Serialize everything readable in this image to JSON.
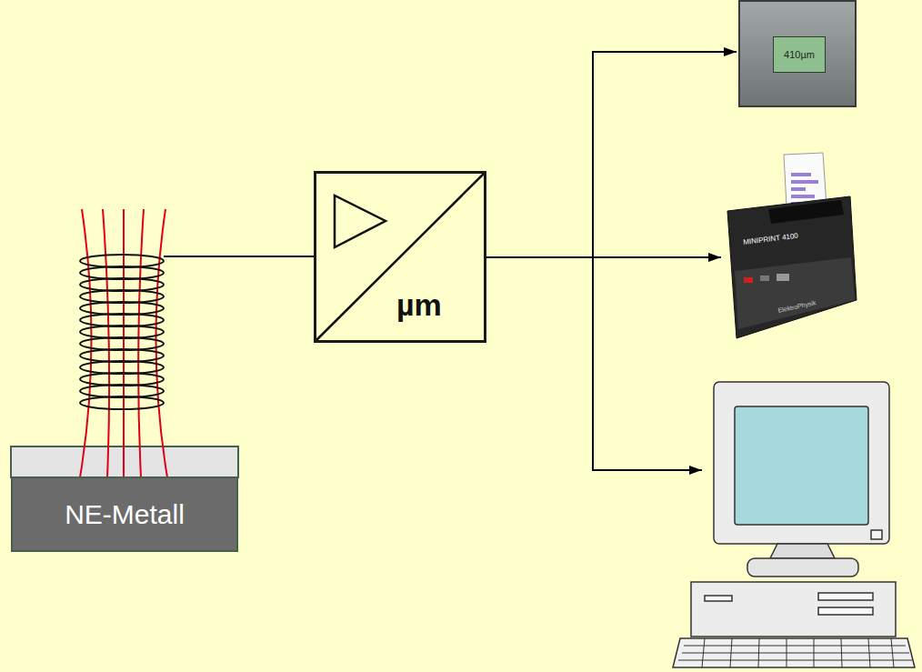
{
  "diagram": {
    "nodes": [
      {
        "text": [
          "NE-Metall"
        ]
      },
      {
        "text": [
          "µm"
        ]
      },
      {
        "text": [
          "410µm"
        ]
      },
      {
        "text": [
          "MINIPRINT 4100",
          "ElektroPhysik"
        ]
      }
    ],
    "edges": [
      {
        "from": 1,
        "to": 2,
        "arrow": "to"
      },
      {
        "from": 1,
        "to": 3,
        "arrow": "to"
      }
    ]
  }
}
